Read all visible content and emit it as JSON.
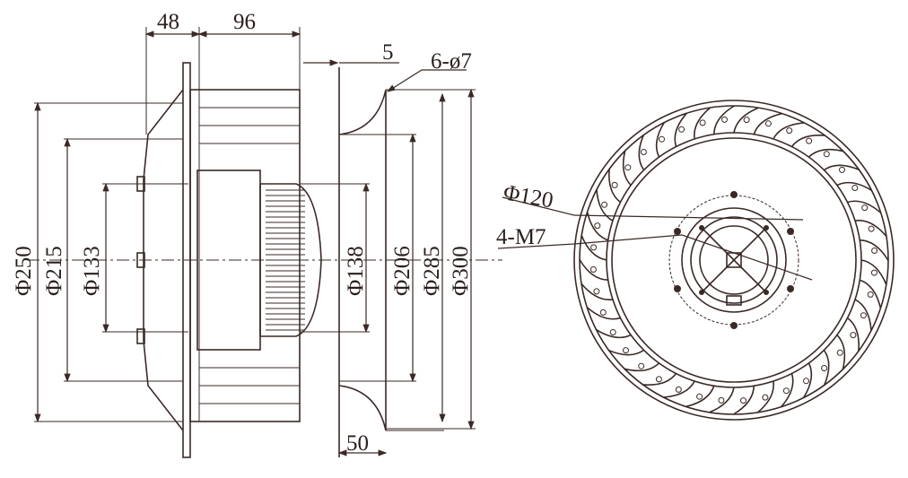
{
  "drawing": {
    "side_view": {
      "dim_flange_depth": "48",
      "dim_motor_length": "96",
      "dim_gap": "5",
      "dim_holes": "6-ø7",
      "dim_d250": "Φ250",
      "dim_d215": "Φ215",
      "dim_d133": "Φ133",
      "dim_d138": "Φ138",
      "dim_d206": "Φ206",
      "dim_d285": "Φ285",
      "dim_d300": "Φ300",
      "dim_inlet_depth": "50"
    },
    "front_view": {
      "dim_d120": "Φ120",
      "dim_threads": "4-M7",
      "blade_count": 40
    },
    "line_color": "#3a2a26"
  }
}
